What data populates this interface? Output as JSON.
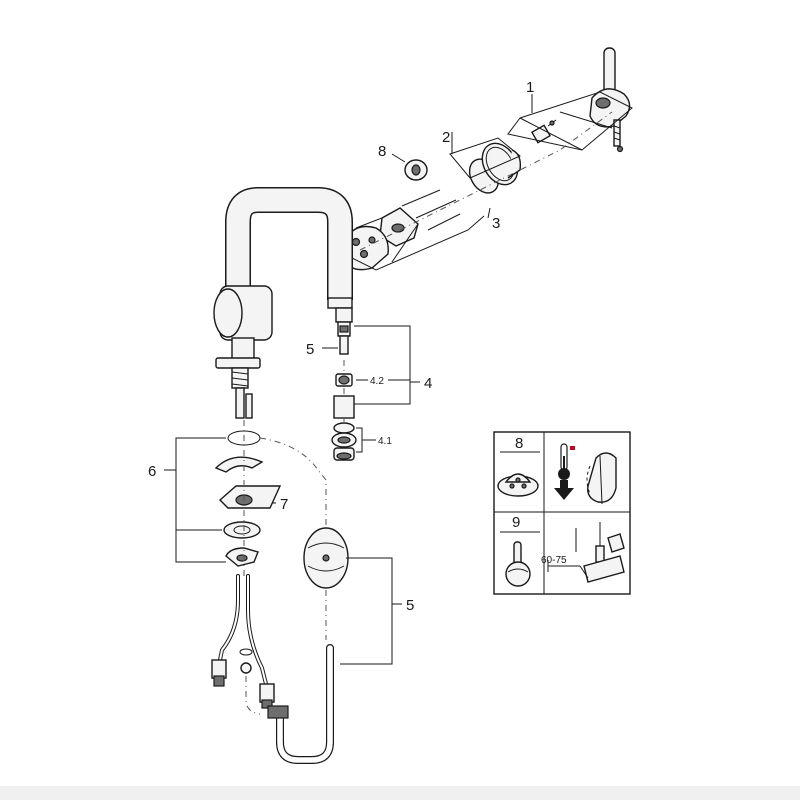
{
  "callouts": {
    "c1": "1",
    "c2": "2",
    "c3": "3",
    "c4": "4",
    "c4_1": "4.1",
    "c4_2": "4.2",
    "c5_aerator": "5",
    "c5_weight": "5",
    "c6": "6",
    "c7": "7",
    "c8": "8"
  },
  "inset": {
    "cell_8_label": "8",
    "cell_9_label": "9",
    "dimension": "60-75"
  },
  "colors": {
    "ink": "#1a1a1a",
    "part_fill": "#f4f4f4",
    "shade": "#6e6e6e",
    "hot_red": "#d0021b",
    "cold_blue": "#2a6fdb"
  },
  "icons": [
    "thermometer-icon",
    "arrow-down-icon",
    "cartridge-icon",
    "lever-handle-icon"
  ]
}
